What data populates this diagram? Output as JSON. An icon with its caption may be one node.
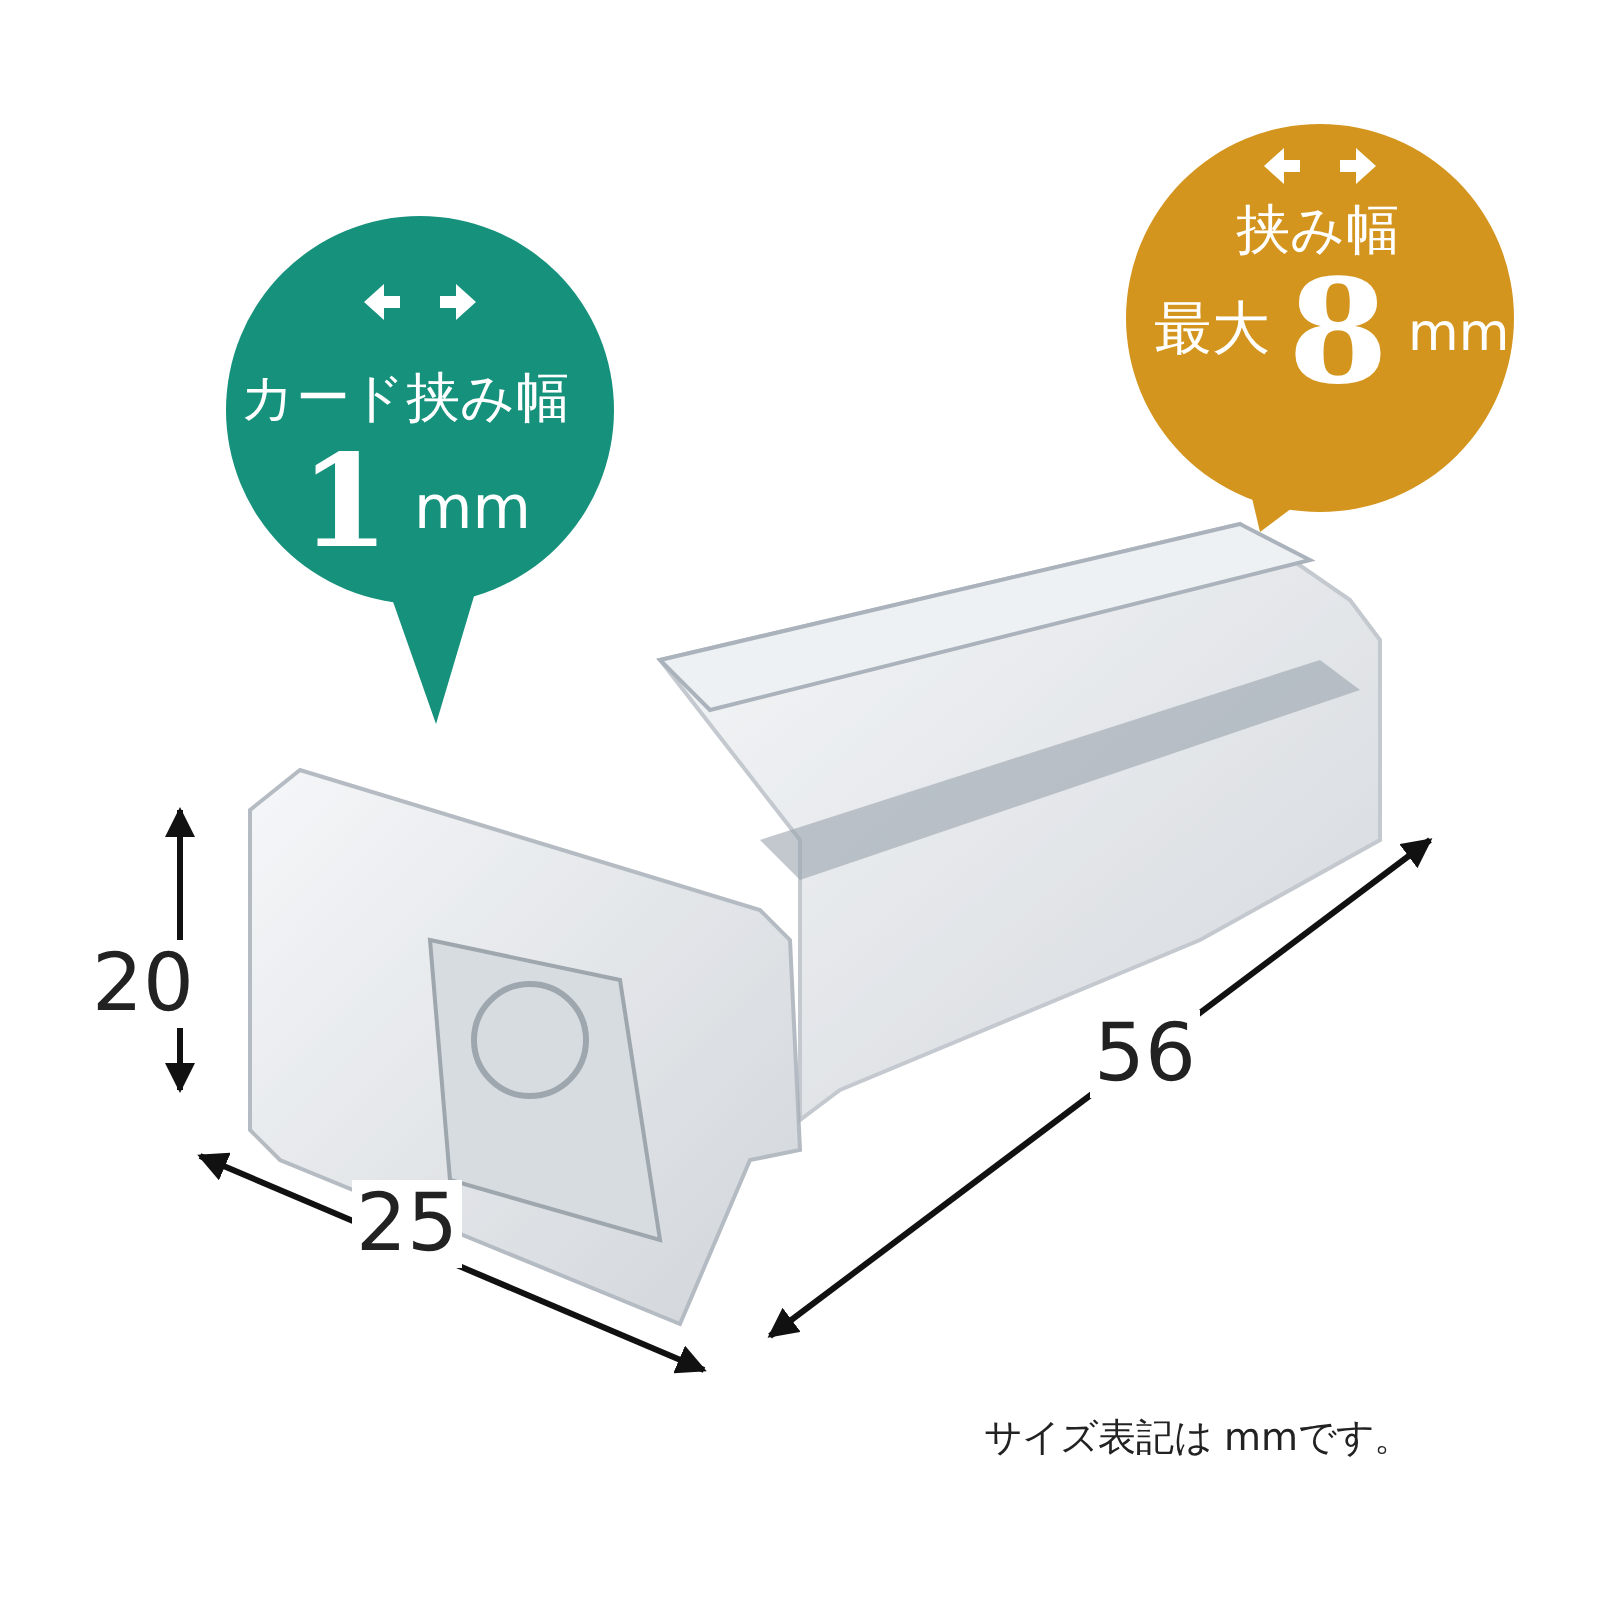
{
  "diagram": {
    "nodes": [
      {
        "text": [
          "カード挟み幅",
          "1",
          "mm"
        ]
      },
      {
        "text": [
          "挟み幅",
          "最大",
          "8",
          "mm"
        ]
      }
    ],
    "edges": [],
    "labels": [
      "20",
      "25",
      "56",
      "サイズ表記は mmです。"
    ]
  }
}
